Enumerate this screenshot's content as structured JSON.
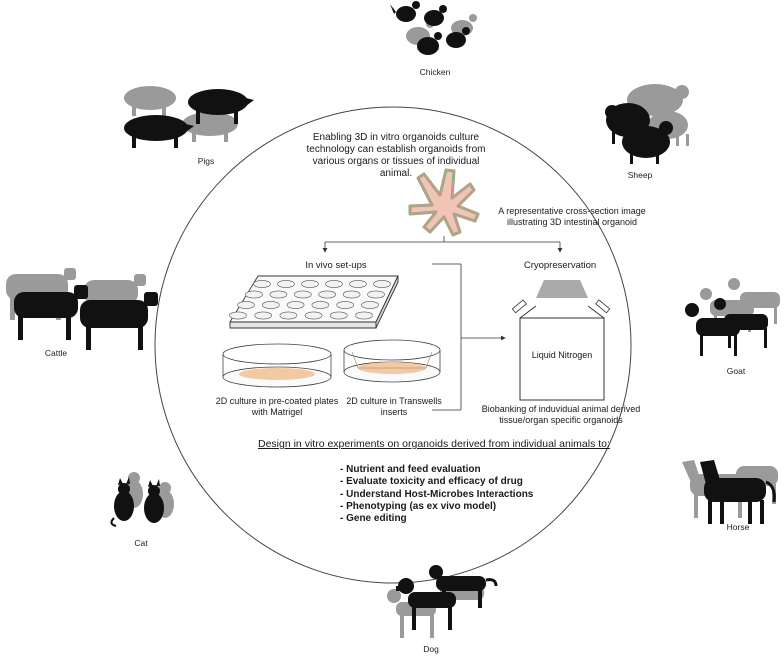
{
  "animals": {
    "chicken": "Chicken",
    "pigs": "Pigs",
    "sheep": "Sheep",
    "cattle": "Cattle",
    "goat": "Goat",
    "cat": "Cat",
    "horse": "Horse",
    "dog": "Dog"
  },
  "intro": "Enabling 3D in vitro organoids culture technology can establish organoids from various organs or tissues of individual animal.",
  "organoid_caption": "A representative cross-section image illustrating 3D intestinal organoid",
  "in_vivo": "In vivo set-ups",
  "culture_2d_matrigel": "2D culture in pre-coated plates with Matrigel",
  "culture_2d_transwell": "2D culture in Transwells inserts",
  "cryo": "Cryopreservation",
  "liquid_nitrogen": "Liquid Nitrogen",
  "biobanking": "Biobanking of induvidual animal derived tissue/organ specific organoids",
  "design_heading": "Design in vitro experiments  on organoids derived from individual animals to:",
  "applications": [
    "- Nutrient and feed evaluation",
    "- Evaluate toxicity and efficacy of drug",
    "- Understand Host-Microbes Interactions",
    "- Phenotyping (as ex vivo model)",
    "- Gene editing"
  ],
  "colors": {
    "silhouette_dark": "#111111",
    "silhouette_grey": "#9a9a9a",
    "dish_tissue": "#f2c9a0",
    "organoid_green": "#6fbf73",
    "organoid_pink": "#e38a97"
  }
}
